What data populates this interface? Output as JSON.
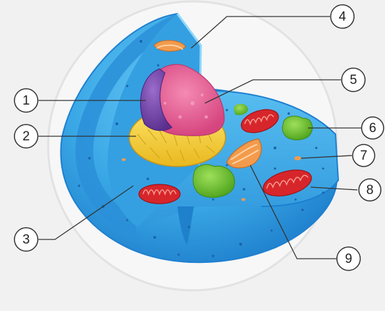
{
  "diagram": {
    "kind": "animal cell cross-section",
    "colors": {
      "background": "#f1f1f1",
      "cytoplasm": "#3aa8e6",
      "membrane": "#1e7fd0",
      "nucleus_envelope": "#f7d635",
      "nucleus": "#e25c92",
      "nucleolus": "#6a3fa0",
      "mitochondria": "#d7262b",
      "vacuole": "#6ec42d",
      "golgi": "#f39b4c",
      "callout_line": "#333333"
    },
    "callouts": [
      {
        "number": "1",
        "points_to": "nucleolus"
      },
      {
        "number": "2",
        "points_to": "nuclear envelope"
      },
      {
        "number": "3",
        "points_to": "cytoplasm"
      },
      {
        "number": "4",
        "points_to": "cell membrane"
      },
      {
        "number": "5",
        "points_to": "nucleus"
      },
      {
        "number": "6",
        "points_to": "vacuole"
      },
      {
        "number": "7",
        "points_to": "ribosome"
      },
      {
        "number": "8",
        "points_to": "mitochondrion"
      },
      {
        "number": "9",
        "points_to": "golgi body"
      }
    ]
  }
}
